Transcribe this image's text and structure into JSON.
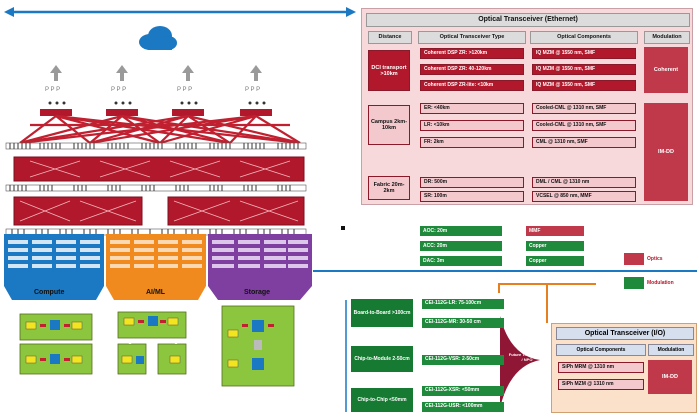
{
  "ethernet": {
    "title": "Optical Transceiver (Ethernet)",
    "headers": [
      "Distance",
      "Optical Transceiver Type",
      "Optical Components",
      "Modulation"
    ],
    "groups": [
      {
        "distance": "DCI transport >10km",
        "modulation": "Coherent",
        "rows": [
          {
            "type": "Coherent DSP ZR: >120km",
            "component": "IQ MZM @ 1550 nm, SMF"
          },
          {
            "type": "Coherent DSP ZR: 40-120km",
            "component": "IQ MZM @ 1550 nm, SMF"
          },
          {
            "type": "Coherent DSP ZR-lite: <10km",
            "component": "IQ MZM @ 1550 nm, SMF"
          }
        ]
      },
      {
        "distance": "Campus 2km-10km",
        "modulation": "",
        "rows": [
          {
            "type": "ER: <40km",
            "component": "Cooled-CML @ 1310 nm, SMF"
          },
          {
            "type": "LR: <10km",
            "component": "Cooled-CML @ 1310 nm, SMF"
          },
          {
            "type": "FR: 2km",
            "component": "CML @ 1310 nm, SMF"
          }
        ]
      },
      {
        "distance": "Fabric 20m-2km",
        "modulation": "IM-DD",
        "rows": [
          {
            "type": "DR: 500m",
            "component": "DML / CML @ 1310 nm"
          },
          {
            "type": "SR: 100m",
            "component": "VCSEL @ 850 nm, MMF"
          }
        ]
      }
    ]
  },
  "mid_rows": [
    {
      "left": "AOC: 20m",
      "right": "MMF"
    },
    {
      "left": "ACC: 20m",
      "right": "Copper"
    },
    {
      "left": "DAC: 3m",
      "right": "Copper"
    }
  ],
  "legend": {
    "optics": "Optics",
    "modulation": "Modulation"
  },
  "bottom_labels": [
    "Compute",
    "AI/ML",
    "Storage"
  ],
  "reach": {
    "groups": [
      {
        "label": "Board-to-Board >100cm",
        "items": [
          "CEI-112G-LR: 75-100cm",
          "CEI-112G-MR: 30-50 cm"
        ]
      },
      {
        "label": "Chip-to-Module 2-50cm",
        "items": [
          "CEI-112G-VSR: 2-50cm"
        ]
      },
      {
        "label": "Chip-to-Chip <50mm",
        "items": [
          "CEI-112G-XSR: <50mm",
          "CEI-112G-USR: <100mm"
        ]
      }
    ],
    "funnel_label": "Future Trends CPO / NPO"
  },
  "io": {
    "title": "Optical Transceiver (I/O)",
    "headers": [
      "Optical Components",
      "Modulation"
    ],
    "rows": [
      "SiPh MRM @ 1310 nm",
      "SiPh MZM @ 1310 nm"
    ],
    "modulation": "IM-DD"
  },
  "colors": {
    "optics": "#c0394a",
    "modulation": "#1f8a3c",
    "accent": "#1b78c2"
  }
}
